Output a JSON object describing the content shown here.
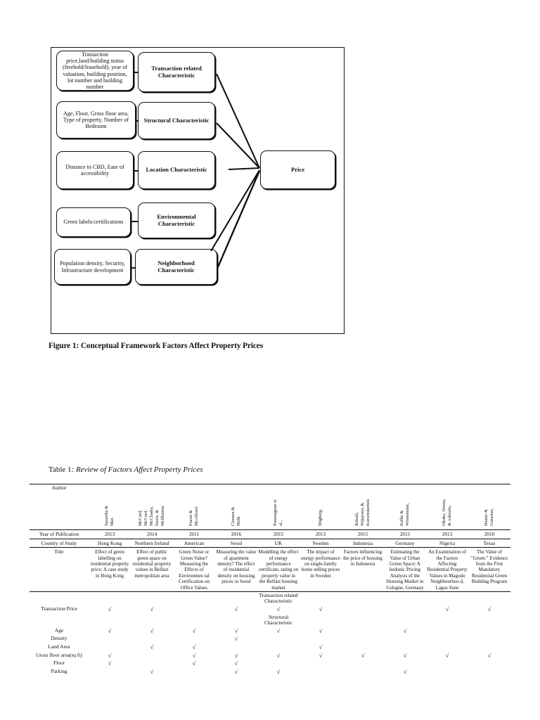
{
  "figure": {
    "caption": "Figure 1: Conceptual Framework Factors Affect Property Prices",
    "left_boxes": [
      "Transaction price,land/building status (freehold/leasehold), year of valuation, building position, lot number and building number",
      "Age, Floor, Gross floor area, Type of property, Number of Bedroom",
      "Distance to CBD, Ease of accessibility",
      "Green labels/certifications",
      "Population density, Security, Infrastructure development"
    ],
    "mid_boxes": [
      "Transaction related Characteristic",
      "Structural Characteristic",
      "Location Characteristic",
      "Environmental Characteristic",
      "Neighborhood Characteristic"
    ],
    "outcome_box": "Price"
  },
  "table": {
    "title_lead": "Table 1",
    "title_italic": ": Review of Factors Affect Property Prices",
    "row_headers": {
      "author": "Author",
      "year": "Year of Publication",
      "country": "Country of Study",
      "title": "Title"
    },
    "authors": [
      "Jayantha &\nMan",
      "McCord,\nMcCord,\nMcClusky,\nDavis, &\nMcIlhatton",
      "Fuerst &\nMcAllister",
      "Clausen &\nHirth",
      "Pommignon et\nal.,",
      "Högberg,",
      "Rahadi,\nWijayono, &\nKoesrindartoto",
      "Kolbe &\nWüstemann,",
      "Okoke, Simon,\n& Adesulu,",
      "Hamer &\nGuzarian,"
    ],
    "years": [
      "2013",
      "2014",
      "2011",
      "2016",
      "2015",
      "2013",
      "2015",
      "2015",
      "2013",
      "2010"
    ],
    "countries": [
      "Hong Kong",
      "Northern Ireland",
      "American",
      "Seoul",
      "UK",
      "Sweden",
      "Indonesia",
      "Germany",
      "Nigeria",
      "Texas"
    ],
    "titles": [
      "Effect of green labelling on residential property price: A case study in Hong Kong",
      "Effect of public green space on residential property values in Belfast metropolitan area",
      "Green Noise or Green Value? Measuring the Effects of Environmen tal Certification on Office Values",
      "Measuring the value of apartment density? The effect of residential density on housing prices in Seoul",
      "Modelling the effect of energy performance certificate, rating on property value in the Belfast housing market",
      "The impact of energy performance on single-family home selling prices in Sweden",
      "Factors influencing the price of housing in Indonesia",
      "Estimating the Value of Urban Green Space: A hedonic Pricing Analysis of the Housing Market in Cologne, Germany",
      "An Examination of the Factors Affecting Residential Property Values in Magodo Neighbourhoo d, Lagos State",
      "The Value of \"Green:\" Evidence from the First Mandatory Residential Green Building Program"
    ],
    "section_transaction": "Transaction related Characteristic",
    "section_structural": "Structural Characteristic",
    "factor_rows": [
      {
        "label": "Transaction Price",
        "checks": [
          1,
          1,
          0,
          1,
          1,
          1,
          0,
          0,
          1,
          1
        ]
      },
      {
        "label": "Age",
        "checks": [
          1,
          1,
          1,
          1,
          1,
          1,
          0,
          1,
          0,
          0
        ]
      },
      {
        "label": "Density",
        "checks": [
          0,
          0,
          0,
          1,
          0,
          0,
          0,
          0,
          0,
          0
        ]
      },
      {
        "label": "Land Area",
        "checks": [
          0,
          1,
          1,
          0,
          0,
          1,
          0,
          0,
          0,
          0
        ]
      },
      {
        "label": "Gross floor area(sq ft)",
        "checks": [
          1,
          0,
          1,
          1,
          1,
          1,
          1,
          1,
          1,
          1
        ]
      },
      {
        "label": "Floor",
        "checks": [
          1,
          0,
          1,
          1,
          0,
          0,
          0,
          0,
          0,
          0
        ]
      },
      {
        "label": "Parking",
        "checks": [
          0,
          1,
          0,
          1,
          1,
          0,
          0,
          1,
          0,
          0
        ]
      }
    ],
    "check_glyph": "√"
  }
}
